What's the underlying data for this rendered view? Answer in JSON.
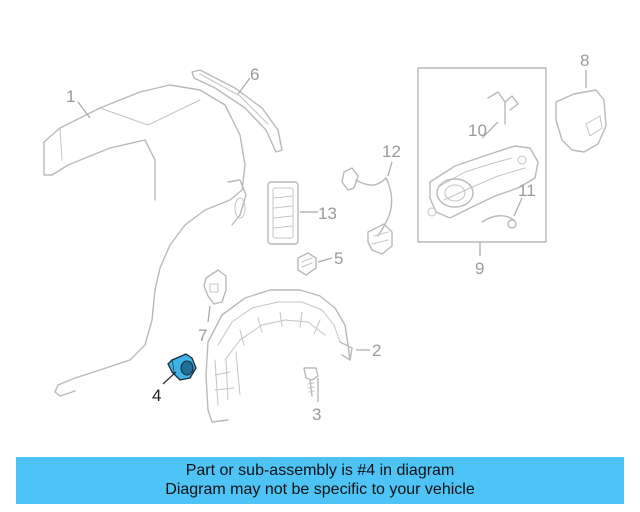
{
  "diagram": {
    "callouts": {
      "c1": "1",
      "c2": "2",
      "c3": "3",
      "c4": "4",
      "c5": "5",
      "c6": "6",
      "c7": "7",
      "c8": "8",
      "c9": "9",
      "c10": "10",
      "c11": "11",
      "c12": "12",
      "c13": "13"
    },
    "highlight_color": "#3fb3e8"
  },
  "banner": {
    "line1": "Part or sub-assembly is #4 in diagram",
    "line2": "Diagram may not be specific to your vehicle",
    "background": "#4ec3f5"
  }
}
